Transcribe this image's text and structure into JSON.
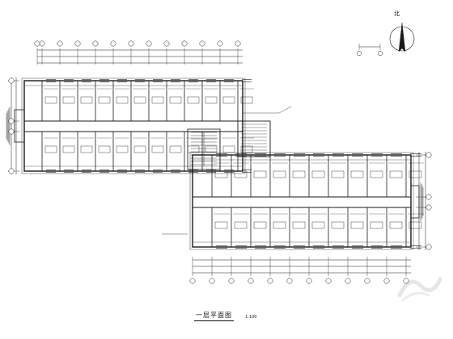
{
  "drawing": {
    "title": "一层平面图",
    "scale": "1:100",
    "north_label": "北"
  },
  "colors": {
    "linework": "#1a1a1a",
    "background": "#ffffff"
  },
  "icons": [
    "north-arrow-icon",
    "watermark-logo-icon"
  ]
}
